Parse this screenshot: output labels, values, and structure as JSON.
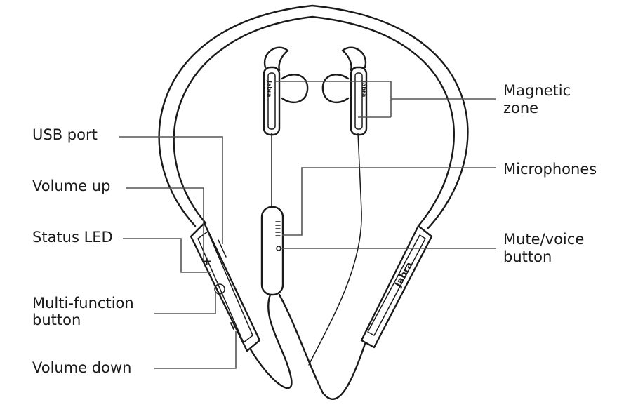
{
  "labels": {
    "usb_port": "USB port",
    "volume_up": "Volume up",
    "status_led": "Status LED",
    "multi_function_line1": "Multi-function",
    "multi_function_line2": "button",
    "volume_down": "Volume down",
    "magnetic_zone_line1": "Magnetic",
    "magnetic_zone_line2": "zone",
    "microphones": "Microphones",
    "mute_voice_line1": "Mute/voice",
    "mute_voice_line2": "button"
  },
  "device": {
    "brand_text": "Jabra",
    "volume_up_symbol": "+",
    "volume_down_symbol": "−"
  }
}
